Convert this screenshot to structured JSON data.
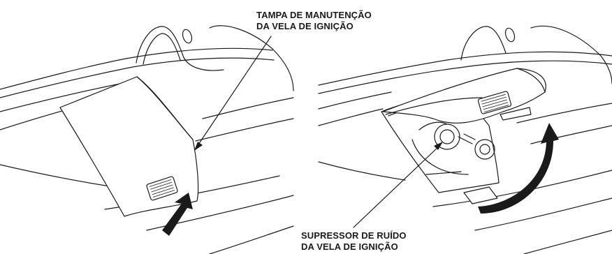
{
  "labels": {
    "cover": {
      "line1": "TAMPA DE MANUTENÇÃO",
      "line2": "DA VELA DE IGNIÇÃO"
    },
    "suppressor": {
      "line1": "SUPRESSOR DE RUÍDO",
      "line2": "DA VELA DE IGNIÇÃO"
    }
  },
  "colors": {
    "ink": "#1a1a1a",
    "background": "#ffffff"
  }
}
